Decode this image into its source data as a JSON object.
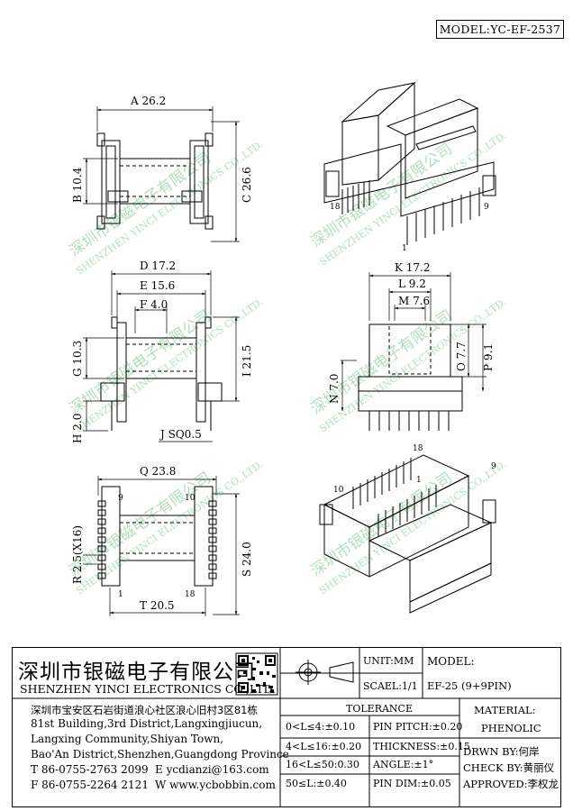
{
  "model": "MODEL:YC-EF-2537",
  "dims": {
    "A": "A 26.2",
    "B": "B 10.4",
    "C": "C 26.6",
    "D": "D 17.2",
    "E": "E 15.6",
    "F": "F 4.0",
    "G": "G 10.3",
    "H": "H 2.0",
    "I": "I 21.5",
    "J": "J SQ0.5",
    "K": "K 17.2",
    "L": "L 9.2",
    "M": "M 7.6",
    "N": "N 7.0",
    "O": "O 7.7",
    "P": "P 9.1",
    "Q": "Q 23.8",
    "R": "R 2.5(X16)",
    "S": "S 24.0",
    "T": "T 20.5"
  },
  "pins": {
    "p1": "1",
    "p9": "9",
    "p10": "10",
    "p18": "18"
  },
  "watermark": {
    "cn": "深圳市银磁电子有限公司",
    "en": "SHENZHEN YINCI ELECTRONICS CO.,LTD."
  },
  "title_block": {
    "company_cn": "深圳市银磁电子有限公司",
    "company_en": "SHENZHEN YINCI ELECTRONICS CO.,LTD.",
    "unit": "UNIT:MM",
    "scale": "SCAEL:1/1",
    "model_label": "MODEL:",
    "model_value": "EF-25 (9+9PIN)",
    "address_cn": "深圳市宝安区石岩街道浪心社区浪心旧村3区81栋",
    "address_en": [
      "81st Building,3rd District,Langxingjiucun,",
      "Langxing Community,Shiyan Town,",
      "Bao'An District,Shenzhen,Guangdong Province"
    ],
    "tel": "T 86-0755-2763 2099",
    "fax": "F 86-0755-2264 2121",
    "email": "E ycdianzi@163.com",
    "web": "W www.ycbobbin.com",
    "tolerance_title": "TOLERANCE",
    "tolerance_rows": [
      [
        "0<L≤4:±0.10",
        "PIN PITCH:±0.20"
      ],
      [
        "4<L≤16:±0.20",
        "THICKNESS:±0.15"
      ],
      [
        "16<L≤50:0.30",
        "ANGLE:±1°"
      ],
      [
        "50≤L:±0.40",
        "PIN DIM:±0.05"
      ]
    ],
    "material_label": "MATERIAL:",
    "material_value": "PHENOLIC",
    "drawn": "DRWN BY:何岸",
    "check": "CHECK BY:黄丽仪",
    "approved": "APPROVED:李权龙"
  }
}
